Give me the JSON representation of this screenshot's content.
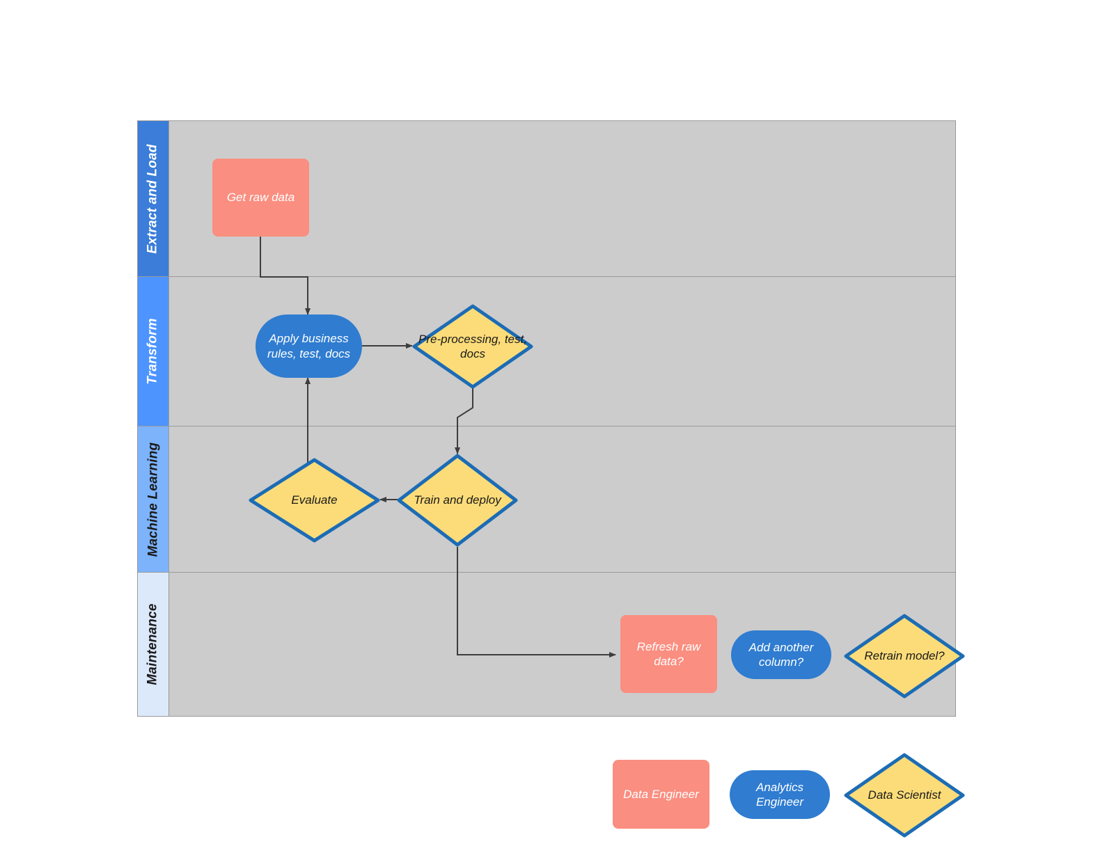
{
  "diagram": {
    "title": "Data and ML workflow swimlane",
    "pool_background": "#cccccc",
    "lanes": [
      {
        "id": "extract-and-load",
        "label": "Extract and Load",
        "header_color": "#3b7dd8",
        "header_text_color": "#ffffff"
      },
      {
        "id": "transform",
        "label": "Transform",
        "header_color": "#4d94ff",
        "header_text_color": "#ffffff"
      },
      {
        "id": "machine-learning",
        "label": "Machine Learning",
        "header_color": "#7db3fb",
        "header_text_color": "#1a1a1a"
      },
      {
        "id": "maintenance",
        "label": "Maintenance",
        "header_color": "#dce9fb",
        "header_text_color": "#1a1a1a"
      }
    ]
  },
  "nodes": {
    "get_raw_data": "Get raw data",
    "apply_business_rules": "Apply business rules, test, docs",
    "pre_processing": "Pre-processing, test, docs",
    "evaluate": "Evaluate",
    "train_and_deploy": "Train and deploy",
    "refresh_raw_data": "Refresh raw data?",
    "add_another_column": "Add another column?",
    "retrain_model": "Retrain model?"
  },
  "legend": {
    "data_engineer": "Data Engineer",
    "analytics_engineer": "Analytics Engineer",
    "data_scientist": "Data Scientist"
  },
  "colors": {
    "role_data_engineer": "#fa8e80",
    "role_analytics_engineer": "#2f7cd0",
    "role_data_scientist_fill": "#fcdc79",
    "role_data_scientist_stroke": "#1c6cb5",
    "edge": "#3d3d3d",
    "lane_border": "#9a9a9a"
  }
}
